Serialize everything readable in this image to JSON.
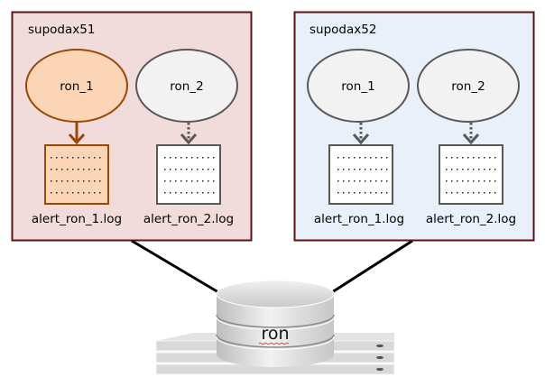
{
  "colors": {
    "host_border": "#5a1414",
    "host1_fill": "#f2dcdb",
    "host2_fill": "#e9f0fa",
    "active_fill": "#fbd5b5",
    "active_stroke": "#984807",
    "inactive_fill": "#f2f2f2",
    "inactive_stroke": "#595959",
    "link": "#000000"
  },
  "hosts": [
    {
      "name": "supodax51",
      "instances": [
        {
          "name": "ron_1",
          "active": true,
          "log": "alert_ron_1.log"
        },
        {
          "name": "ron_2",
          "active": false,
          "log": "alert_ron_2.log"
        }
      ]
    },
    {
      "name": "supodax52",
      "instances": [
        {
          "name": "ron_1",
          "active": false,
          "log": "alert_ron_1.log"
        },
        {
          "name": "ron_2",
          "active": false,
          "log": "alert_ron_2.log"
        }
      ]
    }
  ],
  "database": {
    "name": "ron"
  }
}
